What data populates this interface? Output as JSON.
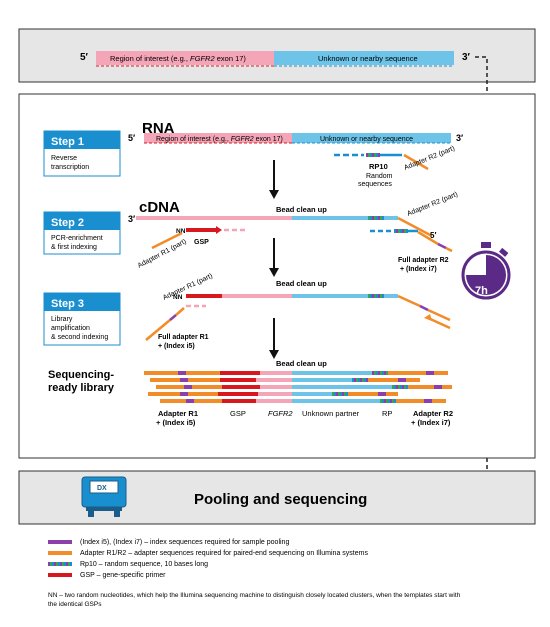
{
  "colors": {
    "pink": "#f4a6b8",
    "blue": "#6ec3e8",
    "red": "#d7191f",
    "orange": "#f28c28",
    "purple": "#8b3fa8",
    "step_blue": "#1a8fd0",
    "grey_box": "#e6e6e6",
    "timer": "#5b2a86"
  },
  "top_bar": {
    "five_prime": "5′",
    "three_prime": "3′",
    "region_prefix": "Region of interest (e.g., ",
    "region_gene": "FGFR2",
    "region_suffix": " exon 17)",
    "unknown": "Unknown or nearby sequence"
  },
  "rna": {
    "title": "RNA",
    "five_prime": "5′",
    "three_prime": "3′",
    "region_prefix": "Region of interest (e.g., ",
    "region_gene": "FGFR2",
    "region_suffix": " exon 17)",
    "unknown": "Unknown or nearby sequence",
    "rp10": "RP10",
    "random_1": "Random",
    "random_2": "sequences",
    "adapter_r2": "Adapter R2 (part)"
  },
  "steps": [
    {
      "label": "Step 1",
      "desc": [
        "Reverse",
        "transcription"
      ]
    },
    {
      "label": "Step 2",
      "desc": [
        "PCR-enrichment",
        "& first indexing"
      ]
    },
    {
      "label": "Step 3",
      "desc": [
        "Library",
        "amplification",
        "& second indexing"
      ]
    }
  ],
  "cdna": {
    "title": "cDNA",
    "three_prime": "3′",
    "five_prime": "5′",
    "bead_1": "Bead clean up",
    "nn": "NN",
    "gsp": "GSP",
    "adapter_r1_part": "Adapter R1 (part)",
    "adapter_r2_part": "Adapter R2 (part)",
    "full_r2_1": "Full adapter R2",
    "full_r2_2": "+ (Index i7)"
  },
  "step3": {
    "adapter_r1_part": "Adapter R1 (part)",
    "nn": "NN",
    "bead": "Bead clean up",
    "full_r1_1": "Full adapter R1",
    "full_r1_2": "+ (Index i5)"
  },
  "library": {
    "title_1": "Sequencing-",
    "title_2": "ready library",
    "bead": "Bead clean   up",
    "labels": {
      "adapter_r1_1": "Adapter R1",
      "adapter_r1_2": "+ (Index i5)",
      "gsp": "GSP",
      "fgfr2": "FGFR2",
      "unknown_partner": "Unknown partner",
      "rp": "RP",
      "adapter_r2_1": "Adapter R2",
      "adapter_r2_2": "+ (Index i7)"
    }
  },
  "timer": {
    "label": "7h"
  },
  "pooling": {
    "label": "Pooling and sequencing",
    "machine_text": "DX"
  },
  "legend": [
    {
      "text": "(Index i5), (Index i7) – index sequences required for sample pooling",
      "color": "purple"
    },
    {
      "text": "Adapter R1/R2 – adapter sequences required for paired-end sequencing on Illumina systems",
      "color": "orange"
    },
    {
      "text": "Rp10 – random sequence, 10 bases long",
      "color": "rp"
    },
    {
      "text": "GSP – gene-specific primer",
      "color": "red"
    }
  ],
  "footnote": [
    "NN – two random nucleotides, which help the Illumina sequencing machine to distinguish closely located clusters, when the templates start with",
    "the identical GSPs"
  ]
}
